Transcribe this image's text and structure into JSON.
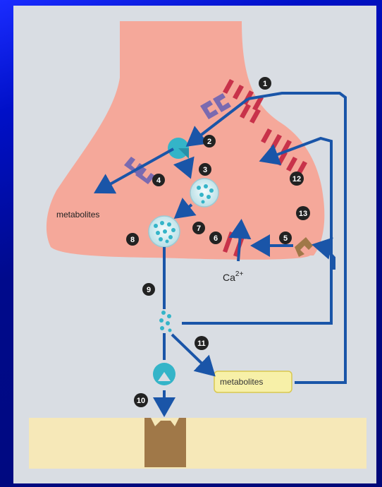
{
  "labels": {
    "metabolites_left": "metabolites",
    "metabolites_box": "metabolites",
    "ion": "Ca",
    "ion_charge": "2+"
  },
  "steps": [
    {
      "n": "1"
    },
    {
      "n": "2"
    },
    {
      "n": "3"
    },
    {
      "n": "4"
    },
    {
      "n": "5"
    },
    {
      "n": "6"
    },
    {
      "n": "7"
    },
    {
      "n": "8"
    },
    {
      "n": "9"
    },
    {
      "n": "10"
    },
    {
      "n": "11"
    },
    {
      "n": "12"
    },
    {
      "n": "13"
    }
  ],
  "colors": {
    "terminal": "#f5a89a",
    "postsynaptic": "#f6e8b8",
    "arrow": "#1a55a8",
    "vesicle": "#d9eef2",
    "transmitter": "#34b4c8",
    "receptor_red": "#c8324a",
    "receptor_purple": "#7a6ab0",
    "receptor_brown": "#a07848",
    "box_fill": "#f7f0a8"
  }
}
